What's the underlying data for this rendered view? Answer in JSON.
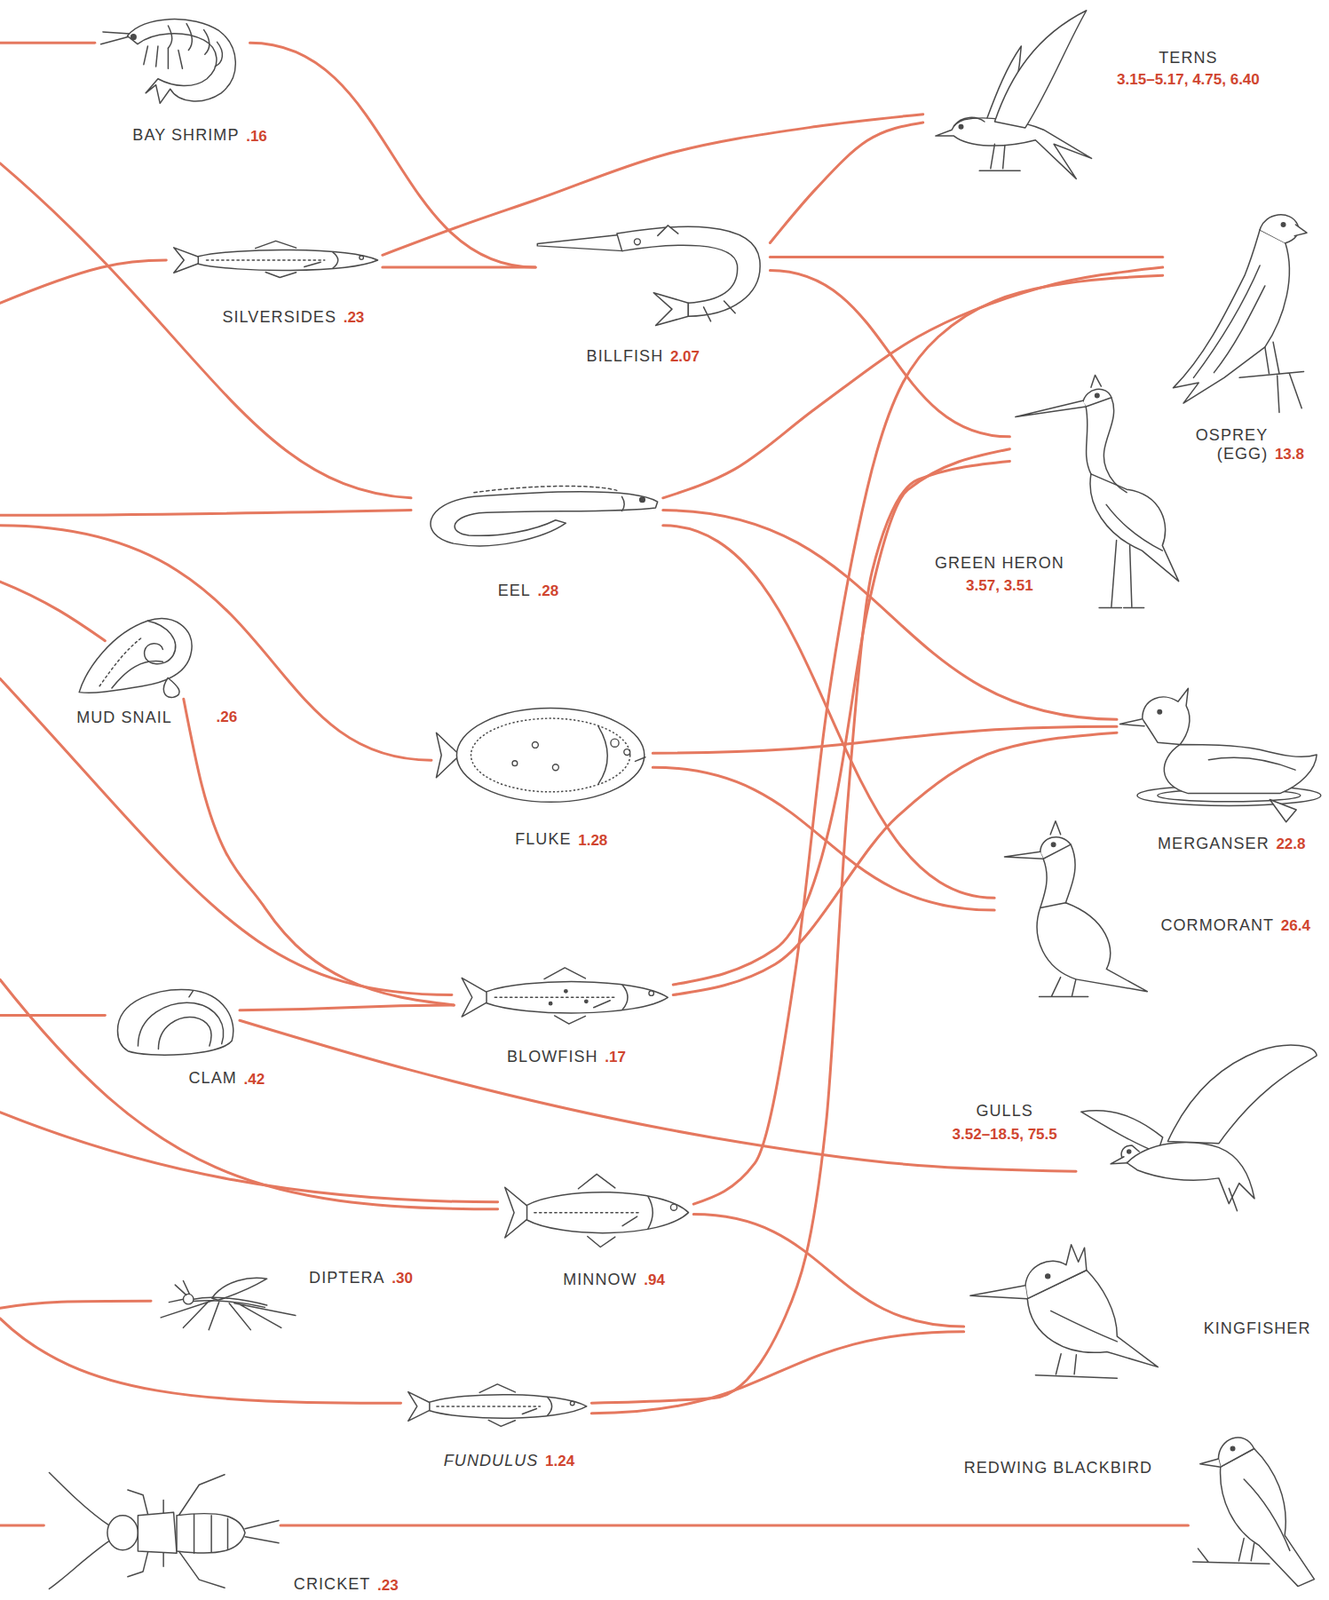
{
  "diagram": {
    "nodes": [
      {
        "text": [
          "BAY SHRIMP",
          ".16"
        ]
      },
      {
        "text": [
          "SILVERSIDES",
          ".23"
        ]
      },
      {
        "text": [
          "BILLFISH",
          "2.07"
        ]
      },
      {
        "text": [
          "TERNS",
          "3.15–5.17, 4.75, 6.40"
        ]
      },
      {
        "text": [
          "OSPREY (EGG)",
          "13.8"
        ]
      },
      {
        "text": [
          "EEL",
          ".28"
        ]
      },
      {
        "text": [
          "GREEN HERON",
          "3.57, 3.51"
        ]
      },
      {
        "text": [
          "MUD SNAIL",
          ".26"
        ]
      },
      {
        "text": [
          "FLUKE",
          "1.28"
        ]
      },
      {
        "text": [
          "MERGANSER",
          "22.8"
        ]
      },
      {
        "text": [
          "CORMORANT",
          "26.4"
        ]
      },
      {
        "text": [
          "CLAM",
          ".42"
        ]
      },
      {
        "text": [
          "BLOWFISH",
          ".17"
        ]
      },
      {
        "text": [
          "GULLS",
          "3.52–18.5, 75.5"
        ]
      },
      {
        "text": [
          "MINNOW",
          ".94"
        ]
      },
      {
        "text": [
          "DIPTERA",
          ".30"
        ]
      },
      {
        "text": [
          "KINGFISHER"
        ]
      },
      {
        "text": [
          "FUNDULUS",
          "1.24"
        ]
      },
      {
        "text": [
          "REDWING BLACKBIRD"
        ]
      },
      {
        "text": [
          "CRICKET",
          ".23"
        ]
      }
    ],
    "edges": [
      {
        "from": 0,
        "to": 2,
        "arrow": "none"
      },
      {
        "from": 1,
        "to": 2,
        "arrow": "none"
      },
      {
        "from": 1,
        "to": 3,
        "arrow": "none"
      },
      {
        "from": 2,
        "to": 3,
        "arrow": "none"
      },
      {
        "from": 2,
        "to": 4,
        "arrow": "none"
      },
      {
        "from": 2,
        "to": 6,
        "arrow": "none"
      },
      {
        "from": 5,
        "to": 4,
        "arrow": "none"
      },
      {
        "from": 5,
        "to": 9,
        "arrow": "none"
      },
      {
        "from": 5,
        "to": 10,
        "arrow": "none"
      },
      {
        "from": 7,
        "to": 12,
        "arrow": "none"
      },
      {
        "from": 8,
        "to": 9,
        "arrow": "none"
      },
      {
        "from": 8,
        "to": 10,
        "arrow": "none"
      },
      {
        "from": 11,
        "to": 12,
        "arrow": "none"
      },
      {
        "from": 11,
        "to": 13,
        "arrow": "none"
      },
      {
        "from": 12,
        "to": 6,
        "arrow": "none"
      },
      {
        "from": 12,
        "to": 9,
        "arrow": "none"
      },
      {
        "from": 14,
        "to": 4,
        "arrow": "none"
      },
      {
        "from": 14,
        "to": 16,
        "arrow": "none"
      },
      {
        "from": 17,
        "to": 6,
        "arrow": "none"
      },
      {
        "from": 17,
        "to": 16,
        "arrow": "none"
      },
      {
        "from": 19,
        "to": 18,
        "arrow": "none"
      }
    ]
  }
}
